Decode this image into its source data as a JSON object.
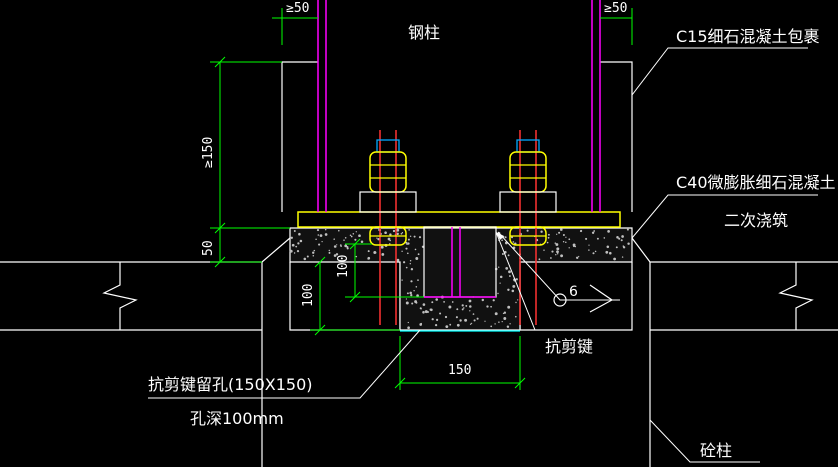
{
  "drawing": {
    "colors": {
      "background": "#000000",
      "outline": "#ffffff",
      "dimension": "#00ff00",
      "steel": "#ff00ff",
      "bolt": "#ffff00",
      "anchor": "#ff3333",
      "key": "#00ffff",
      "grout": "#c0c0c0",
      "plate": "#ffff00"
    },
    "labels": {
      "steel_column": "钢柱",
      "c15_wrap": "C15细石混凝土包裹",
      "c40_grout_line1": "C40微膨胀细石混凝土",
      "c40_grout_line2": "二次浇筑",
      "shear_key": "抗剪键",
      "shear_key_hole_line1": "抗剪键留孔(150X150)",
      "shear_key_hole_line2": "孔深100mm",
      "rc_column": "砼柱"
    },
    "dimensions": {
      "top_left_50": "≥50",
      "top_right_50": "≥50",
      "embed_150": "≥150",
      "grout_50": "50",
      "key_100_upper": "100",
      "hole_100": "100",
      "hole_150": "150"
    },
    "symbols": {
      "weld_number": "6"
    }
  }
}
